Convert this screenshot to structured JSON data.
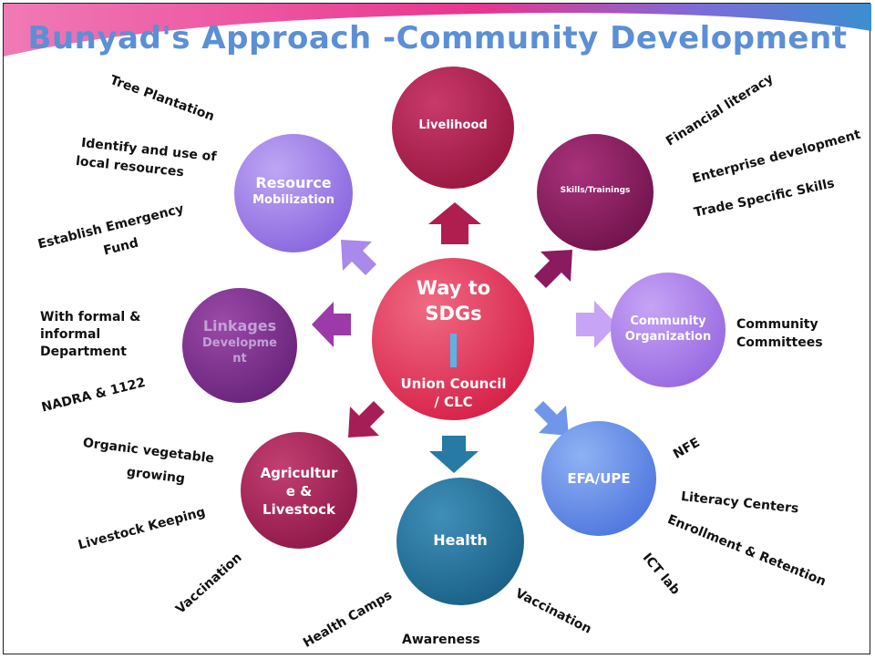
{
  "title": "Bunyad's Approach -Community Development",
  "center": {
    "line1": "Way to",
    "line2": "SDGs",
    "line3": "Union Council",
    "line4": "/ CLC"
  },
  "circles": {
    "livelihood": "Livelihood",
    "skills": "Skills/Trainings",
    "community_org_1": "Community",
    "community_org_2": "Organization",
    "efa": "EFA/UPE",
    "health": "Health",
    "agri_1": "Agricultur",
    "agri_2": "e &",
    "agri_3": "Livestock",
    "linkages_1": "Linkages",
    "linkages_2": "Developme",
    "linkages_3": "nt",
    "resource_1": "Resource",
    "resource_2": "Mobilization"
  },
  "labels": {
    "tree_plantation": "Tree Plantation",
    "identify_1": "Identify and use of",
    "identify_2": "local resources",
    "emergency_1": "Establish Emergency",
    "emergency_2": "Fund",
    "formal_1": "With formal &",
    "formal_2": "informal",
    "formal_3": "Department",
    "nadra": "NADRA & 1122",
    "organic_1": "Organic vegetable",
    "organic_2": "growing",
    "livestock_keeping": "Livestock Keeping",
    "vaccination_left": "Vaccination",
    "health_camps": "Health Camps",
    "awareness": "Awareness",
    "vaccination_right": "Vaccination",
    "ict_lab": "ICT lab",
    "enrollment": "Enrollment & Retention",
    "literacy_centers": "Literacy Centers",
    "nfe": "NFE",
    "committees_1": "Community",
    "committees_2": "Committees",
    "financial_literacy": "Financial literacy",
    "enterprise": "Enterprise development",
    "trade_skills": "Trade Specific Skills"
  },
  "colors": {
    "title": "#5b8fd6",
    "banner_pink": "#e8358f",
    "banner_blue": "#3b8fd0",
    "center": "#e5274f",
    "livelihood": "#b01d4f",
    "skills": "#8b1a5e",
    "community_org": "#a77ae8",
    "efa": "#5a86e8",
    "health": "#1e6f98",
    "agri": "#a51e55",
    "linkages": "#7d2a8a",
    "resource": "#9b7ce8"
  }
}
